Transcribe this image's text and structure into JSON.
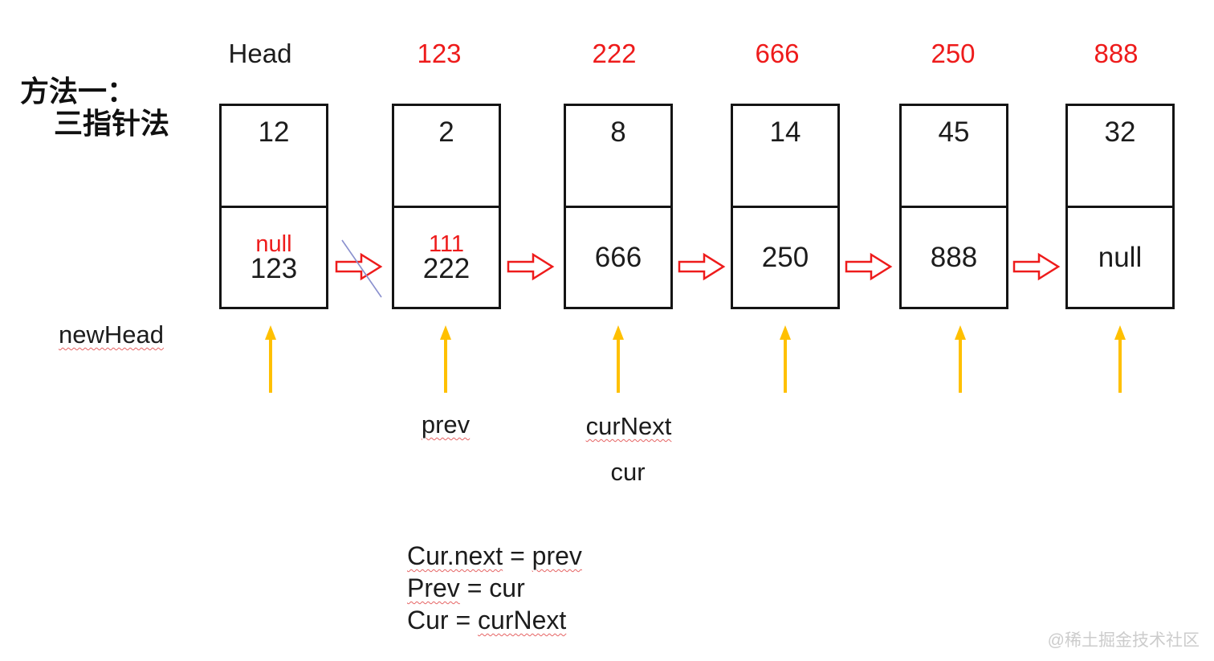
{
  "title": {
    "line1": "方法一：",
    "line2": "三指针法"
  },
  "nodes": [
    {
      "label_above": "Head",
      "label_color": "black",
      "value": "12",
      "next_red": "null",
      "next_black": "123"
    },
    {
      "label_above": "123",
      "label_color": "red",
      "value": "2",
      "next_red": "111",
      "next_black": "222"
    },
    {
      "label_above": "222",
      "label_color": "red",
      "value": "8",
      "next_black": "666"
    },
    {
      "label_above": "666",
      "label_color": "red",
      "value": "14",
      "next_black": "250"
    },
    {
      "label_above": "250",
      "label_color": "red",
      "value": "45",
      "next_black": "888"
    },
    {
      "label_above": "888",
      "label_color": "red",
      "value": "32",
      "next_black": "null"
    }
  ],
  "pointer_labels": {
    "new_head": "newHead",
    "prev": "prev",
    "cur_next": "curNext",
    "cur": "cur"
  },
  "code": {
    "lines": [
      {
        "seg0": "Cur.next",
        "seg1": " = ",
        "seg2": "prev"
      },
      {
        "seg0": "Prev",
        "seg1": " = cur"
      },
      {
        "seg0": "Cur = ",
        "seg1": "curNext"
      }
    ]
  },
  "decorations": {
    "red_link_arrow_count": 5,
    "yellow_pointer_arrow_count": 6,
    "first_link_arrow_crossed_out": true
  },
  "colors": {
    "red": "#ee1b1b",
    "yellow": "#ffc000",
    "blue_crossout": "#8a90ce",
    "box_border": "#141414",
    "watermark": "#cccccc"
  },
  "watermark": "@稀土掘金技术社区"
}
